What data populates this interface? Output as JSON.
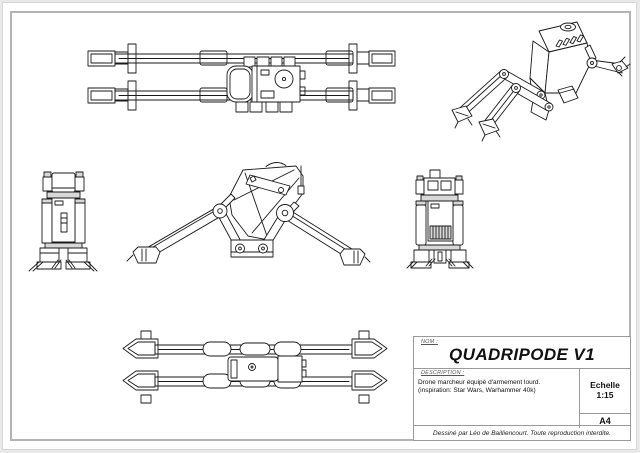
{
  "page": {
    "paper_color": "#ffffff",
    "background_color": "#e9e9e9",
    "frame_color": "#b3b3b3",
    "line_color": "#1a1a1a"
  },
  "views": [
    "top-view",
    "isometric-view",
    "front-view",
    "side-view",
    "back-view",
    "bottom-view"
  ],
  "title_block": {
    "name_label": "NOM :",
    "name_value": "QUADRIPODE V1",
    "description_label": "DESCRIPTION :",
    "description_lines": [
      "Drone marcheur équipé d'armement lourd.",
      "(inspiration: Star Wars, Warhammer 40k)"
    ],
    "scale_label": "Echelle",
    "scale_value": "1:15",
    "format_value": "A4",
    "credit": "Dessiné par Léo de Bailliencourt. Toute reproduction interdite."
  }
}
